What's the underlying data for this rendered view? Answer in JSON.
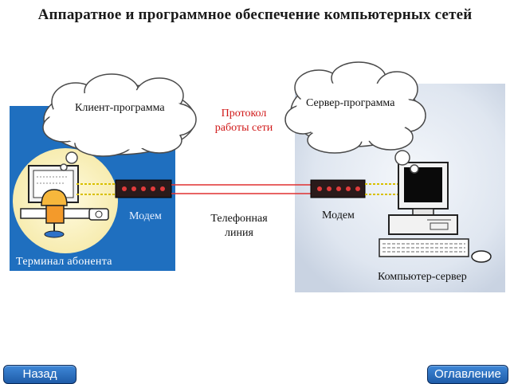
{
  "title": "Аппаратное и программное обеспечение компьютерных сетей",
  "labels": {
    "client_program": "Клиент-программа",
    "server_program": "Сервер-программа",
    "protocol_line1": "Протокол",
    "protocol_line2": "работы сети",
    "modem_left": "Модем",
    "modem_right": "Модем",
    "phone_line1": "Телефонная",
    "phone_line2": "линия",
    "terminal": "Терминал абонента",
    "server_computer": "Компьютер-сервер"
  },
  "nav": {
    "back": "Назад",
    "contents": "Оглавление"
  },
  "colors": {
    "terminal_panel": "#1f6fbf",
    "server_panel": "#dde4ef",
    "protocol_text": "#d01818",
    "line": "#e03030"
  }
}
